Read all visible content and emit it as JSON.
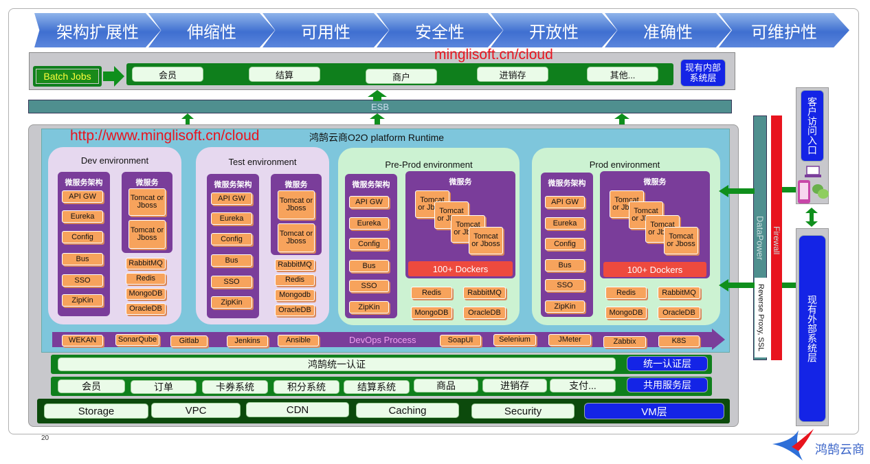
{
  "chevrons": [
    "架构扩展性",
    "伸缩性",
    "可用性",
    "安全性",
    "开放性",
    "准确性",
    "可维护性"
  ],
  "watermark1": "minglisoft.cn/cloud",
  "watermark2": "http://www.minglisoft.cn/cloud",
  "batch_jobs": "Batch Jobs",
  "internal_modules": [
    "会员",
    "结算",
    "商户",
    "进销存",
    "其他..."
  ],
  "internal_system": "现有内部系统层",
  "esb": "ESB",
  "runtime_title": "鸿鹄云商O2O platform Runtime",
  "customer_entry": "客户访问入口",
  "external_system": "现有外部系统层",
  "datapower": "DataPower",
  "reverse_proxy": "Reverse Proxy, SSL",
  "firewall": "Firewall",
  "dev": {
    "title": "Dev environment",
    "arch_title": "微服务架构",
    "arch": [
      "API GW",
      "Eureka",
      "Config",
      "Bus",
      "SSO",
      "ZipKin"
    ],
    "svc_title": "微服务",
    "svc": [
      "Tomcat or Jboss",
      "Tomcat or Jboss"
    ],
    "infra": [
      "RabbitMQ",
      "Redis",
      "MongoDB",
      "OracleDB"
    ]
  },
  "test": {
    "title": "Test environment",
    "arch_title": "微服务架构",
    "arch": [
      "API GW",
      "Eureka",
      "Config",
      "Bus",
      "SSO",
      "ZipKin"
    ],
    "svc_title": "微服务",
    "svc": [
      "Tomcat or Jboss",
      "Tomcat or Jboss"
    ],
    "infra": [
      "RabbitMQ",
      "Redis",
      "Mongodb",
      "OracleDB"
    ]
  },
  "preprod": {
    "title": "Pre-Prod environment",
    "arch_title": "微服务架构",
    "arch": [
      "API GW",
      "Eureka",
      "Config",
      "Bus",
      "SSO",
      "ZipKin"
    ],
    "svc_title": "微服务",
    "tomcat": "Tomcat or Jboss",
    "dockers": "100+ Dockers",
    "infra": [
      "Redis",
      "RabbitMQ",
      "MongoDB",
      "OracleDB"
    ]
  },
  "prod": {
    "title": "Prod environment",
    "arch_title": "微服务架构",
    "arch": [
      "API GW",
      "Eureka",
      "Config",
      "Bus",
      "SSO",
      "ZipKin"
    ],
    "svc_title": "微服务",
    "tomcat": "Tomcat or Jboss",
    "dockers": "100+ Dockers",
    "infra": [
      "Redis",
      "RabbitMQ",
      "MongoDB",
      "OracleDB"
    ]
  },
  "devops": {
    "label": "DevOps Process",
    "tools": [
      "WEKAN",
      "SonarQube",
      "Gitlab",
      "Jenkins",
      "Ansible",
      "SoapUI",
      "Selenium",
      "JMeter",
      "Zabbix",
      "K8S"
    ]
  },
  "auth": {
    "label": "鸿鹄统一认证",
    "layer": "统一认证层"
  },
  "shared": {
    "items": [
      "会员",
      "订单",
      "卡券系统",
      "积分系统",
      "结算系统",
      "商品",
      "进销存",
      "支付..."
    ],
    "layer": "共用服务层"
  },
  "vm": {
    "items": [
      "Storage",
      "VPC",
      "CDN",
      "Caching",
      "Security"
    ],
    "layer": "VM层"
  },
  "page_number": "20",
  "logo_text": "鸿鹄云商",
  "colors": {
    "chevron": "#3f6fd0",
    "green": "#0f7f1c",
    "layer_blue": "#1424e6",
    "firewall": "#e8141e",
    "esb": "#4f8f8f",
    "purple": "#7a3d9a",
    "orange": "#f7a35c"
  }
}
